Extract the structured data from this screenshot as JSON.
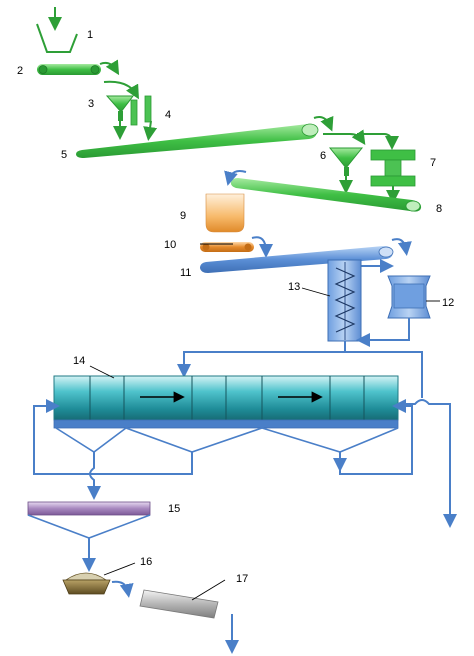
{
  "labels": {
    "n1": "1",
    "n2": "2",
    "n3": "3",
    "n4": "4",
    "n5": "5",
    "n6": "6",
    "n7": "7",
    "n8": "8",
    "n9": "9",
    "n10": "10",
    "n11": "11",
    "n12": "12",
    "n13": "13",
    "n14": "14",
    "n15": "15",
    "n16": "16",
    "n17": "17"
  },
  "colors": {
    "green": "#3cb043",
    "green_light": "#7ed87f",
    "blue": "#5b8fd6",
    "blue_light": "#a9c8f0",
    "orange": "#e07a1f",
    "teal": "#2aa6b0",
    "teal_dark": "#1c6f7a",
    "purple": "#8e6aa8",
    "gray": "#9a9a9a",
    "brown": "#6b5a2e"
  }
}
